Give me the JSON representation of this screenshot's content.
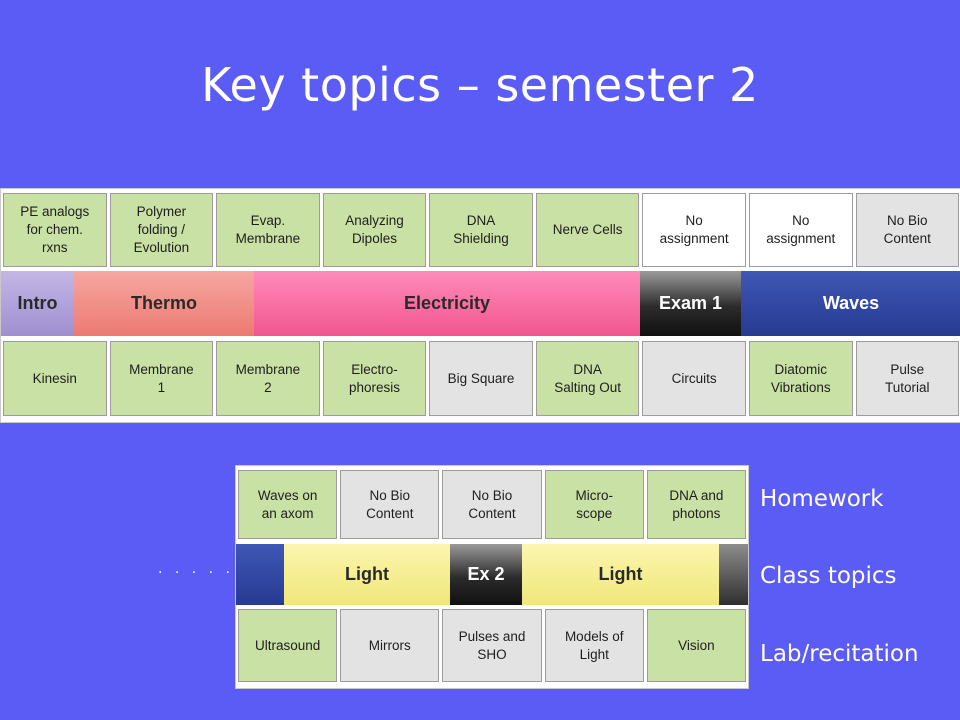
{
  "title": "Key topics – semester 2",
  "table1": {
    "homework": [
      {
        "text": "PE analogs\nfor chem.\nrxns",
        "style": "green"
      },
      {
        "text": "Polymer\nfolding /\nEvolution",
        "style": "green"
      },
      {
        "text": "Evap.\nMembrane",
        "style": "green"
      },
      {
        "text": "Analyzing\nDipoles",
        "style": "green"
      },
      {
        "text": "DNA\nShielding",
        "style": "green"
      },
      {
        "text": "Nerve Cells",
        "style": "green"
      },
      {
        "text": "No\nassignment",
        "style": "white"
      },
      {
        "text": "No\nassignment",
        "style": "white"
      },
      {
        "text": "No Bio\nContent",
        "style": "gray"
      }
    ],
    "class_topics": [
      "Intro",
      "Thermo",
      "Electricity",
      "Exam 1",
      "Waves"
    ],
    "lab": [
      {
        "text": "Kinesin",
        "style": "green"
      },
      {
        "text": "Membrane\n1",
        "style": "green"
      },
      {
        "text": "Membrane\n2",
        "style": "green"
      },
      {
        "text": "Electro-\nphoresis",
        "style": "green"
      },
      {
        "text": "Big Square",
        "style": "gray"
      },
      {
        "text": "DNA\nSalting Out",
        "style": "green"
      },
      {
        "text": "Circuits",
        "style": "gray"
      },
      {
        "text": "Diatomic\nVibrations",
        "style": "green"
      },
      {
        "text": "Pulse\nTutorial",
        "style": "gray"
      }
    ]
  },
  "table2": {
    "homework": [
      {
        "text": "Waves on\nan axom",
        "style": "green"
      },
      {
        "text": "No Bio\nContent",
        "style": "gray"
      },
      {
        "text": "No Bio\nContent",
        "style": "gray"
      },
      {
        "text": "Micro-\nscope",
        "style": "green"
      },
      {
        "text": "DNA and\nphotons",
        "style": "green"
      }
    ],
    "class_topics": [
      "Light",
      "Ex 2",
      "Light"
    ],
    "lab": [
      {
        "text": "Ultrasound",
        "style": "green"
      },
      {
        "text": "Mirrors",
        "style": "gray"
      },
      {
        "text": "Pulses and\nSHO",
        "style": "gray"
      },
      {
        "text": "Models of\nLight",
        "style": "gray"
      },
      {
        "text": "Vision",
        "style": "green"
      }
    ]
  },
  "ellipsis": ". . . . .",
  "legend": {
    "homework": "Homework",
    "class_topics": "Class topics",
    "lab": "Lab/recitation"
  },
  "colors": {
    "background": "#5a5cf5",
    "green_cell": "#c9e1a4",
    "gray_cell": "#e3e3e3"
  }
}
